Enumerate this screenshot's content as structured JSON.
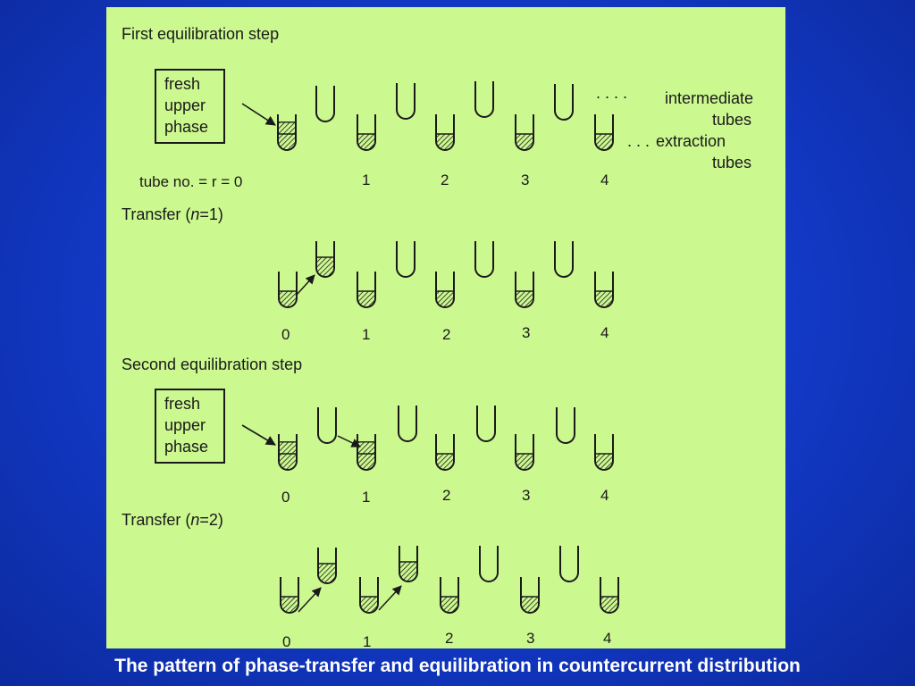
{
  "caption": "The pattern of phase-transfer and equilibration in countercurrent distribution",
  "colors": {
    "background": "#1238c4",
    "panel": "#ccf890",
    "ink": "#1a1a1a",
    "caption": "#ffffff"
  },
  "sections": [
    {
      "title": "First equilibration step",
      "box": [
        "fresh",
        "upper",
        "phase"
      ],
      "tube_prefix": "tube no. = r = 0",
      "tube_numbers": [
        "1",
        "2",
        "3",
        "4"
      ],
      "annotations": {
        "intermediate_dots": ". . . .",
        "intermediate_line1": "intermediate",
        "intermediate_line2": "tubes",
        "extraction_dots": ". . .",
        "extraction_line1": "extraction",
        "extraction_line2": "tubes"
      }
    },
    {
      "title": "Transfer (n=1)",
      "title_parts": [
        "Transfer (",
        "n",
        "=1)"
      ],
      "tube_numbers": [
        "0",
        "1",
        "2",
        "3",
        "4"
      ]
    },
    {
      "title": "Second equilibration step",
      "box": [
        "fresh",
        "upper",
        "phase"
      ],
      "tube_numbers": [
        "0",
        "1",
        "2",
        "3",
        "4"
      ]
    },
    {
      "title": "Transfer (n=2)",
      "title_parts": [
        "Transfer (",
        "n",
        "=2)"
      ],
      "tube_numbers": [
        "0",
        "1",
        "2",
        "3",
        "4"
      ]
    }
  ]
}
